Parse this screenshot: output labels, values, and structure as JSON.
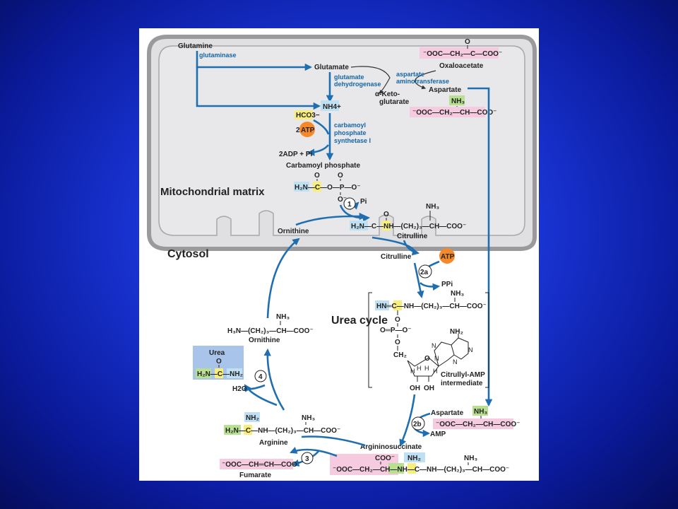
{
  "compartments": {
    "matrix": "Mitochondrial matrix",
    "cytosol": "Cytosol",
    "cycle": "Urea cycle"
  },
  "metabolites": {
    "glutamine": "Glutamine",
    "glutamate": "Glutamate",
    "oxaloacetate": "Oxaloacetate",
    "aspartate": "Aspartate",
    "alpha_keto": "α-Keto-",
    "glutarate": "glutarate",
    "nh4": "NH4+",
    "hco3": "HCO3−",
    "atp": "ATP",
    "two_atp_coef": "2",
    "two_adp": "2ADP + Pi",
    "carbamoyl_phosphate": "Carbamoyl phosphate",
    "ornithine": "Ornithine",
    "citrulline": "Citrulline",
    "pi": "Pi",
    "ppi": "PPi",
    "citrullyl_amp_1": "Citrullyl-AMP",
    "citrullyl_amp_2": "intermediate",
    "amp": "AMP",
    "argininosuccinate": "Argininosuccinate",
    "arginine": "Arginine",
    "fumarate": "Fumarate",
    "urea": "Urea",
    "h2o": "H2O"
  },
  "enzymes": {
    "glutaminase": "glutaminase",
    "gdh_1": "glutamate",
    "gdh_2": "dehydrogenase",
    "ast_1": "aspartate",
    "ast_2": "aminotransferase",
    "cps_1": "carbamoyl",
    "cps_2": "phosphate",
    "cps_3": "synthetase I"
  },
  "steps": {
    "s1": "1",
    "s2a": "2a",
    "s2b": "2b",
    "s3": "3",
    "s4": "4"
  },
  "colors": {
    "flow": "#1f6fb0",
    "enzyme_text": "#1565a8",
    "atp": "#f5892a",
    "highlight_pink": "#f6cbe0",
    "highlight_blue": "#bfe0f3",
    "highlight_yellow": "#f8ee7a",
    "highlight_green": "#b8e090"
  }
}
